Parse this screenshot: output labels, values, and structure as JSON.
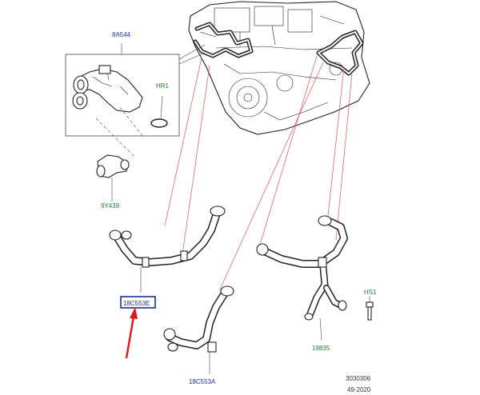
{
  "labels": {
    "p8A544": "8A544",
    "pHR1": "HR1",
    "p9Y439": "9Y439",
    "p18C553E": "18C553E",
    "p18C553A": "18C553A",
    "pHS1": "HS1",
    "p19835": "19835"
  },
  "footer": {
    "code": "3030306",
    "date": "49-2020"
  },
  "colors": {
    "callout_blue": "#1a2fa8",
    "callout_green": "#1f7a2a",
    "leader_red": "#e35050",
    "arrow_red": "#e8131b",
    "highlight_box": "#1a2fa8"
  }
}
